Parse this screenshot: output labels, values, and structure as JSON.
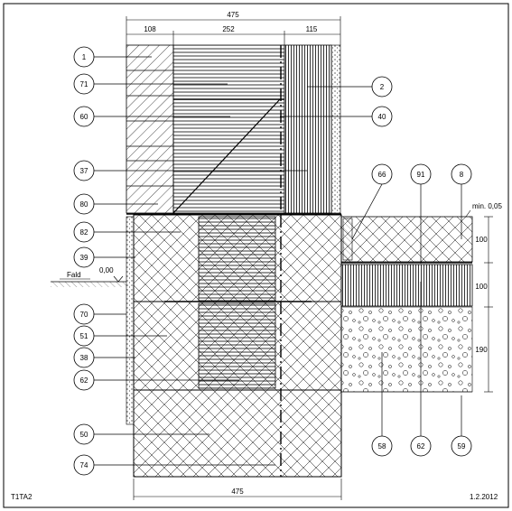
{
  "drawing": {
    "code": "T1TA2",
    "date": "1.2.2012",
    "ground_label": "Fald",
    "ground_level": "0,00",
    "min_label": "min. 0,05"
  },
  "dimensions": {
    "top_total": "475",
    "top_seg1": "108",
    "top_seg2": "252",
    "top_seg3": "115",
    "bottom_total": "475",
    "right_seg1": "100",
    "right_seg2": "100",
    "right_seg3": "190"
  },
  "callouts": {
    "left": [
      "1",
      "71",
      "60",
      "37",
      "80",
      "82",
      "39",
      "70",
      "51",
      "38",
      "62",
      "50",
      "74"
    ],
    "right": [
      "2",
      "40"
    ],
    "top_right": [
      "66",
      "91",
      "8"
    ],
    "bottom_right": [
      "58",
      "62",
      "59"
    ]
  }
}
